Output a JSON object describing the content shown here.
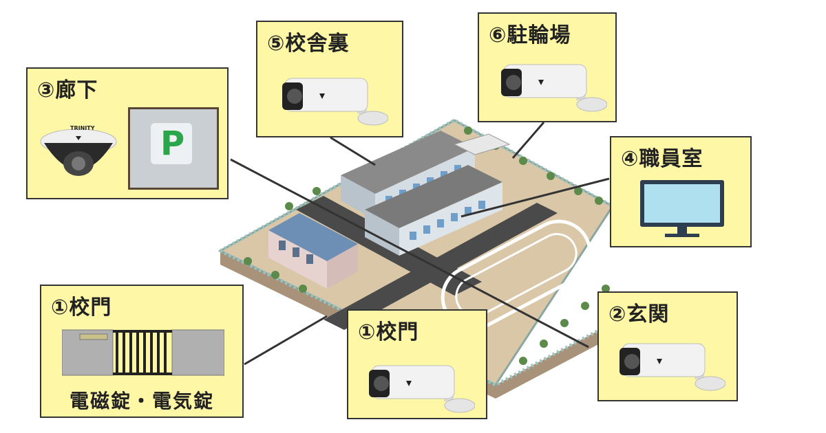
{
  "labels": {
    "gate_main": "①校門",
    "gate_main_lock": "電磁錠・電気錠",
    "gate_camera": "①校門",
    "entrance": "②玄関",
    "hallway": "③廊下",
    "staff_room": "④職員室",
    "back_building": "⑤校舎裏",
    "bicycle_parking": "⑥駐輪場"
  },
  "camera_brand": "TRINITY",
  "sign_letter": "P",
  "colors": {
    "card_fill": "#fdf7a6",
    "card_border": "#333333",
    "ground": "#d9c7a8",
    "road": "#4a4a4a",
    "track": "#ffffff",
    "building": "#cfd6dc",
    "roof": "#7a7a7a"
  }
}
